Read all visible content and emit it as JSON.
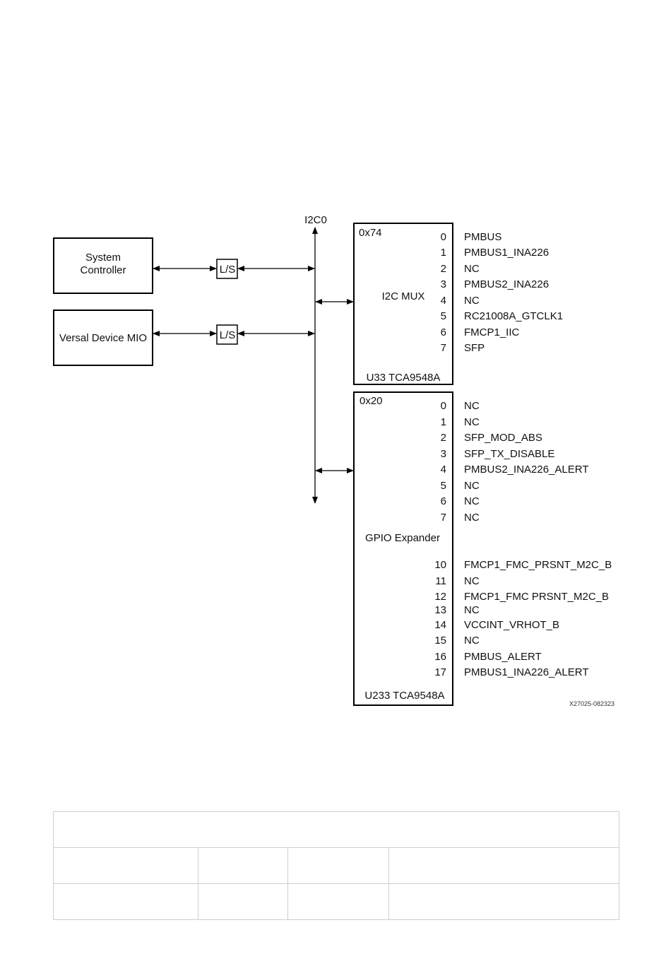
{
  "diagram": {
    "bus_label": "I2C0",
    "system_controller": {
      "line1": "System",
      "line2": "Controller"
    },
    "versal_mio": "Versal Device MIO",
    "level_shifter": "L/S",
    "mux": {
      "address": "0x74",
      "name": "I2C MUX",
      "part": "U33 TCA9548A",
      "channels": [
        {
          "pin": "0",
          "signal": "PMBUS"
        },
        {
          "pin": "1",
          "signal": "PMBUS1_INA226"
        },
        {
          "pin": "2",
          "signal": "NC"
        },
        {
          "pin": "3",
          "signal": "PMBUS2_INA226"
        },
        {
          "pin": "4",
          "signal": "NC"
        },
        {
          "pin": "5",
          "signal": "RC21008A_GTCLK1"
        },
        {
          "pin": "6",
          "signal": "FMCP1_IIC"
        },
        {
          "pin": "7",
          "signal": "SFP"
        }
      ]
    },
    "gpio": {
      "address": "0x20",
      "name": "GPIO Expander",
      "part": "U233 TCA9548A",
      "channels": [
        {
          "pin": "0",
          "signal": "NC"
        },
        {
          "pin": "1",
          "signal": "NC"
        },
        {
          "pin": "2",
          "signal": "SFP_MOD_ABS"
        },
        {
          "pin": "3",
          "signal": "SFP_TX_DISABLE"
        },
        {
          "pin": "4",
          "signal": "PMBUS2_INA226_ALERT"
        },
        {
          "pin": "5",
          "signal": "NC"
        },
        {
          "pin": "6",
          "signal": "NC"
        },
        {
          "pin": "7",
          "signal": "NC"
        },
        {
          "pin": "10",
          "signal": "FMCP1_FMC_PRSNT_M2C_B"
        },
        {
          "pin": "11",
          "signal": "NC"
        },
        {
          "pin": "12",
          "signal": "FMCP1_FMC PRSNT_M2C_B"
        },
        {
          "pin": "13",
          "signal": "NC"
        },
        {
          "pin": "14",
          "signal": "VCCINT_VRHOT_B"
        },
        {
          "pin": "15",
          "signal": "NC"
        },
        {
          "pin": "16",
          "signal": "PMBUS_ALERT"
        },
        {
          "pin": "17",
          "signal": "PMBUS1_INA226_ALERT"
        }
      ]
    },
    "figure_id": "X27025-082323"
  }
}
